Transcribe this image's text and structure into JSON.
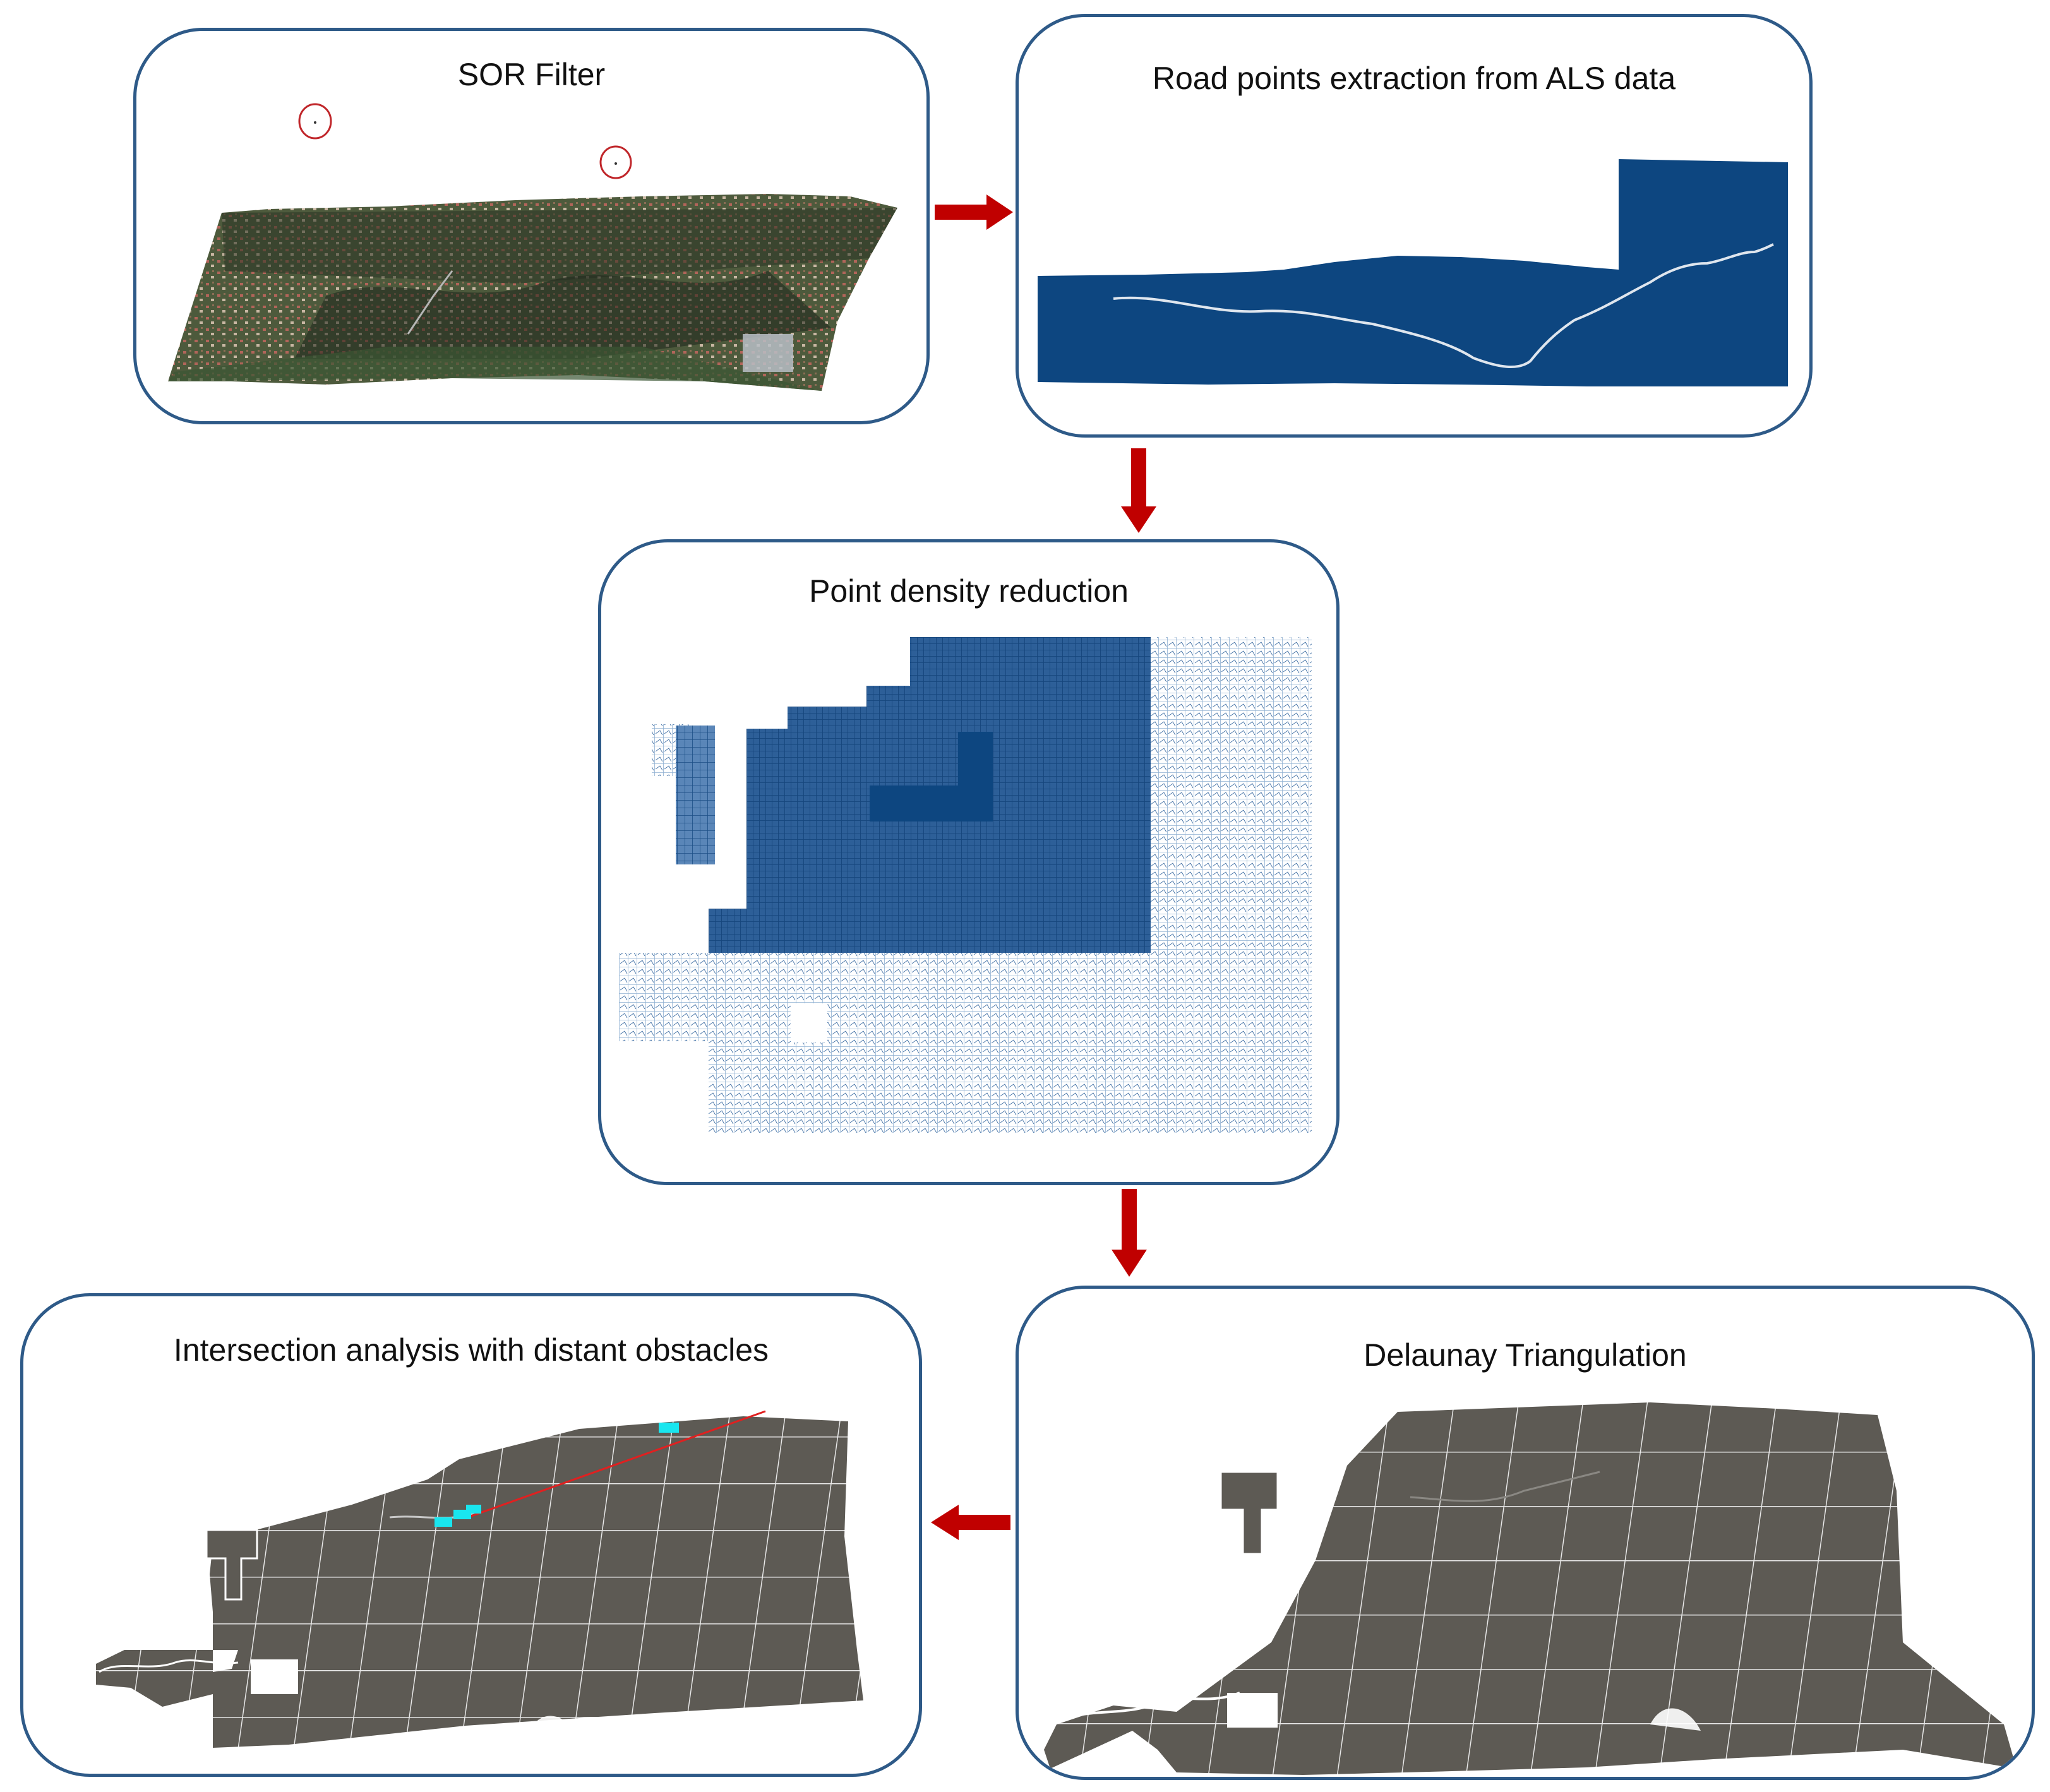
{
  "panels": {
    "sor_filter": {
      "title": "SOR Filter"
    },
    "road_extraction": {
      "title": "Road points extraction from ALS data"
    },
    "density_reduction": {
      "title": "Point density reduction"
    },
    "delaunay": {
      "title": "Delaunay Triangulation"
    },
    "intersection": {
      "title": "Intersection analysis with distant obstacles"
    }
  },
  "colors": {
    "panel_border": "#2e5a88",
    "arrow": "#c00000",
    "als_blue": "#0d4680",
    "mesh_gray": "#5d5a54",
    "obstacle_cyan": "#19e6ef",
    "sight_line": "#e02020",
    "outlier_circle": "#c0262a"
  }
}
